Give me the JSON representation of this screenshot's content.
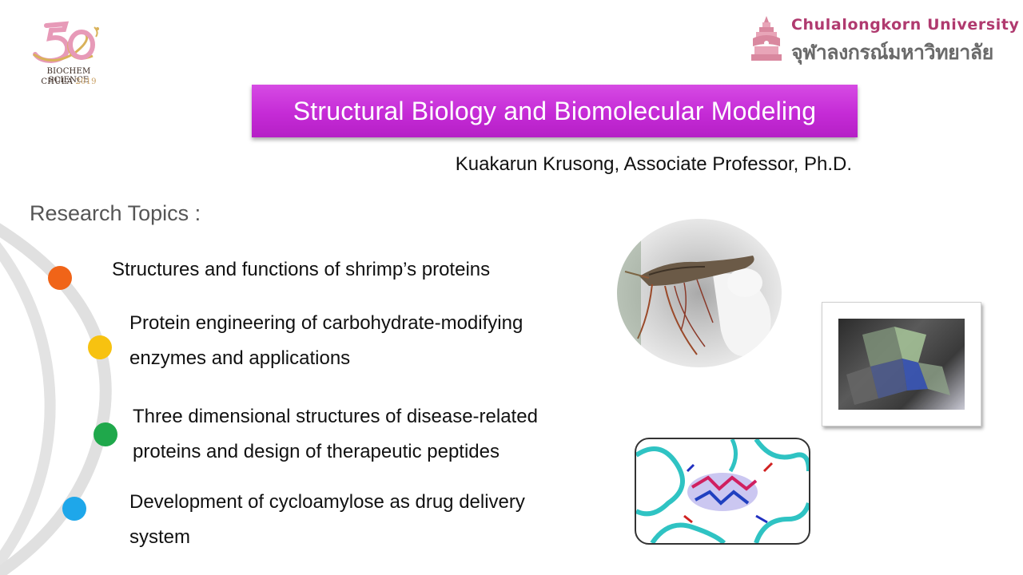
{
  "logo": {
    "line1": "BIOCHEM SCIENCE",
    "line2": "CHULA",
    "year": "2019"
  },
  "university": {
    "name_en": "Chulalongkorn University",
    "name_th": "จุฬาลงกรณ์มหาวิทยาลัย"
  },
  "slide": {
    "title": "Structural Biology and Biomolecular Modeling",
    "author": "Kuakarun Krusong, Associate Professor, Ph.D.",
    "topics_heading": "Research Topics :",
    "topics": [
      {
        "line1": "Structures and functions of shrimp’s proteins",
        "line2": "",
        "color": "#f06418"
      },
      {
        "line1": "Protein engineering of carbohydrate-modifying",
        "line2": "enzymes and applications",
        "color": "#f7c210"
      },
      {
        "line1": "Three dimensional structures of disease-related",
        "line2": "proteins and design of therapeutic peptides",
        "color": "#1fa84b"
      },
      {
        "line1": "Development of cycloamylose as drug delivery",
        "line2": "system",
        "color": "#1ea7ea"
      }
    ]
  },
  "colors": {
    "banner": "#c52bd6",
    "arc": "#e0e0e0",
    "university_en": "#b03a6f"
  },
  "icons": {
    "logo_50": "anniversary-50-logo-icon",
    "chula_emblem": "chula-emblem-icon"
  }
}
